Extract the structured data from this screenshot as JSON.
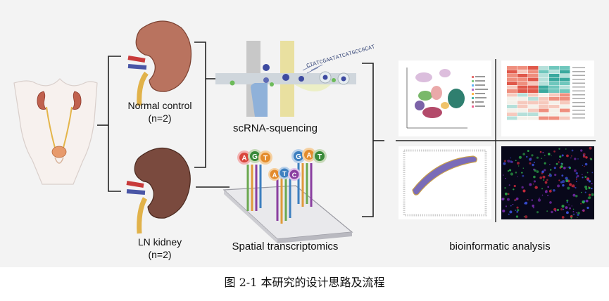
{
  "labels": {
    "normal_control": "Normal control",
    "normal_n": "(n=2)",
    "ln_kidney": "LN kidney",
    "ln_n": "(n=2)",
    "scrna": "scRNA-squencing",
    "spatial": "Spatial transcriptomics",
    "bioinfo": "bioinformatic analysis"
  },
  "sequence_text": "CTATCGAATATCATGCCGCAT",
  "nucleotides": {
    "probe1": [
      "A",
      "G",
      "T"
    ],
    "probe2": [
      "A",
      "T",
      "C"
    ],
    "probe3": [
      "G",
      "A",
      "T"
    ]
  },
  "colors": {
    "panel_bg": "#f3f3f3",
    "kidney_normal": "#b9735f",
    "kidney_ln": "#7a4a3e",
    "ureter": "#e1b24a",
    "artery": "#c83a3a",
    "vein": "#4a56a6",
    "bracket": "#222222"
  },
  "caption": "图 2-1 本研究的设计思路及流程"
}
